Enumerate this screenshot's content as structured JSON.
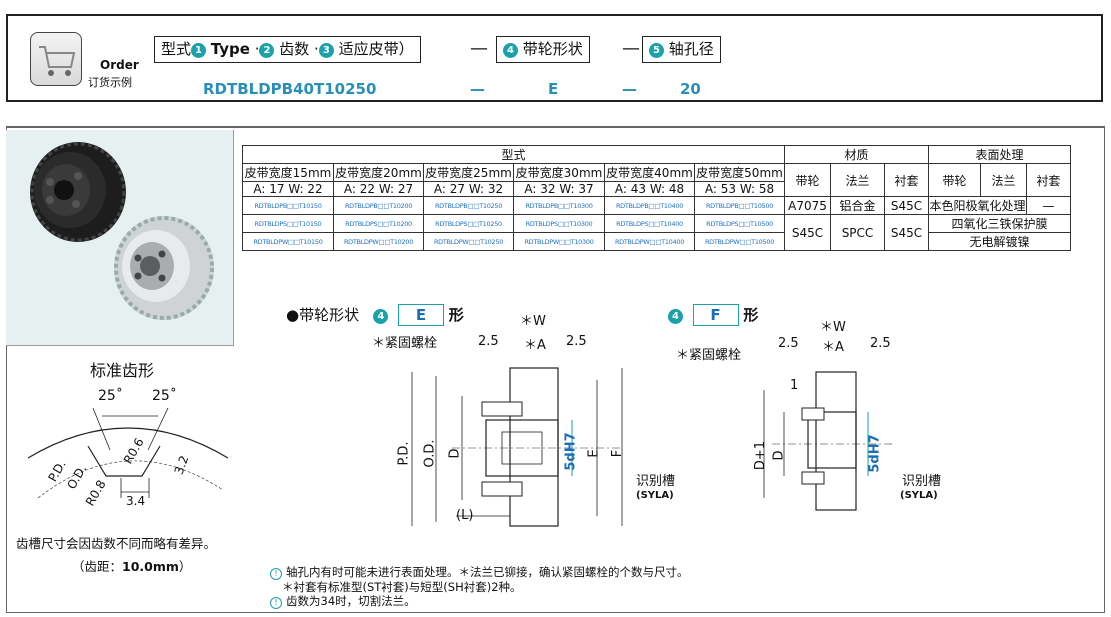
{
  "order": {
    "title": "Order",
    "subtitle": "订货示例",
    "box_type": "型式",
    "box_type_en": "Type",
    "box_teeth": "齿数",
    "box_belt": "适应皮带）",
    "box_shape": "带轮形状",
    "box_bore": "轴孔径",
    "sep": "—",
    "num1": "1",
    "num2": "2",
    "num3": "3",
    "num4": "4",
    "num5": "5",
    "example_code": "RDTBLDPB40T10250",
    "example_shape": "E",
    "example_bore": "20"
  },
  "table": {
    "header_type": "型式",
    "header_material": "材质",
    "header_surface": "表面处理",
    "widths": [
      "皮带宽度15mm",
      "皮带宽度20mm",
      "皮带宽度25mm",
      "皮带宽度30mm",
      "皮带宽度40mm",
      "皮带宽度50mm"
    ],
    "aw": [
      "A: 17  W: 22",
      "A: 22  W: 27",
      "A: 27  W: 32",
      "A: 32  W: 37",
      "A: 43  W: 48",
      "A: 53  W: 58"
    ],
    "mat_cols": [
      "带轮",
      "法兰",
      "衬套"
    ],
    "surf_cols": [
      "带轮",
      "法兰",
      "衬套"
    ],
    "rows": [
      {
        "codes": [
          "RDTBLDPB□□T10150",
          "RDTBLDPB□□T10200",
          "RDTBLDPB□□T10250",
          "RDTBLDPB□□T10300",
          "RDTBLDPB□□T10400",
          "RDTBLDPB□□T10500"
        ],
        "m1": "A7075",
        "m2": "铝合金",
        "m3": "S45C",
        "s12": "本色阳极氧化处理",
        "s3": "—"
      },
      {
        "codes": [
          "RDTBLDPS□□T10150",
          "RDTBLDPS□□T10200",
          "RDTBLDPS□□T10250",
          "RDTBLDPS□□T10300",
          "RDTBLDPS□□T10400",
          "RDTBLDPS□□T10500"
        ],
        "m1": "S45C",
        "m2": "SPCC",
        "m3": "S45C",
        "s_all": "四氧化三铁保护膜"
      },
      {
        "codes": [
          "RDTBLDPW□□T10150",
          "RDTBLDPW□□T10200",
          "RDTBLDPW□□T10250",
          "RDTBLDPW□□T10300",
          "RDTBLDPW□□T10400",
          "RDTBLDPW□□T10500"
        ],
        "s_all": "无电解镀镍"
      }
    ]
  },
  "tooth": {
    "title": "标准齿形",
    "angle1": "25˚",
    "angle2": "25˚",
    "r06": "R0.6",
    "r08": "R0.8",
    "od": "O.D.",
    "pd": "P.D.",
    "d32": "3.2",
    "d34": "3.4",
    "note": "齿槽尺寸会因齿数不同而略有差异。",
    "pitch_label": "（齿距：",
    "pitch_value": "10.0mm",
    "pitch_end": "）"
  },
  "shape_e": {
    "label": "●带轮形状",
    "num": "4",
    "letter": "E",
    "suffix": "形",
    "w": "＊W",
    "a": "＊A",
    "d25a": "2.5",
    "d25b": "2.5",
    "screw": "＊紧固螺栓",
    "pd": "P.D.",
    "od": "O.D.",
    "d": "D",
    "dh": "5dH7",
    "e": "E",
    "f": "F",
    "l": "(L)",
    "groove": "识别槽",
    "groove_sub": "(SYLA)"
  },
  "shape_f": {
    "num": "4",
    "letter": "F",
    "suffix": "形",
    "w": "＊W",
    "a": "＊A",
    "d25a": "2.5",
    "d25b": "2.5",
    "screw": "＊紧固螺栓",
    "one": "1",
    "d1": "D+1",
    "d": "D",
    "dh": "5dH7",
    "groove": "识别槽",
    "groove_sub": "(SYLA)"
  },
  "notes": [
    "轴孔内有时可能未进行表面处理。＊法兰已铆接，确认紧固螺栓的个数与尺寸。",
    "＊衬套有标准型(ST衬套)与短型(SH衬套)2种。",
    "齿数为34时，切割法兰。"
  ],
  "colors": {
    "accent": "#1aa1aa",
    "code_blue": "#1f6fc9",
    "example_blue": "#2a8fb8"
  }
}
